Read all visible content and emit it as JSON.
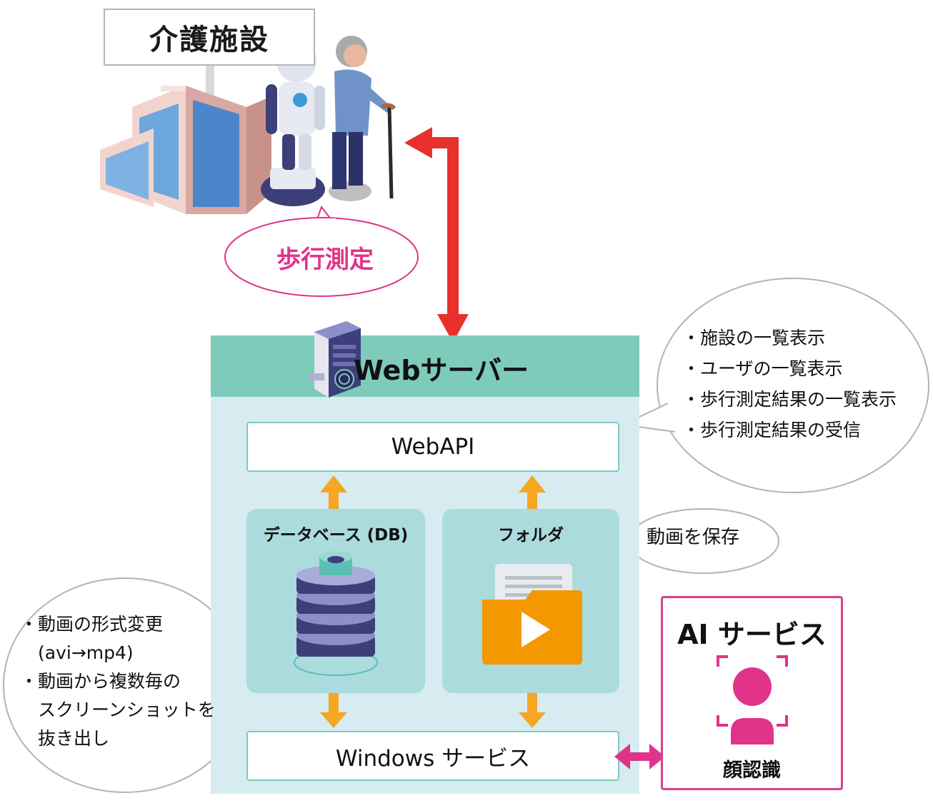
{
  "facility": {
    "sign": "介護施設"
  },
  "walk": {
    "label": "歩行測定"
  },
  "server": {
    "title": "Webサーバー"
  },
  "webapi": {
    "label": "WebAPI"
  },
  "database": {
    "label": "データベース (DB)"
  },
  "folder": {
    "label": "フォルダ"
  },
  "windows_service": {
    "label": "Windows サービス"
  },
  "api_functions": [
    "・施設の一覧表示",
    "・ユーザの一覧表示",
    "・歩行測定結果の一覧表示",
    "・歩行測定結果の受信"
  ],
  "folder_note": "動画を保存",
  "windows_functions": [
    "・動画の形式変更",
    "　(avi→mp4)",
    "・動画から複数毎の",
    "　スクリーンショットを",
    "　抜き出し"
  ],
  "ai_service": {
    "title": "AI サービス",
    "function": "顔認識"
  },
  "colors": {
    "red_arrow": "#e8302c",
    "orange_arrow": "#f5a623",
    "pink": "#e0338a",
    "teal_header": "#7ecbbb",
    "panel_bg": "#d6ecf1",
    "card_bg": "#acdbdd",
    "folder_orange": "#f39800"
  }
}
